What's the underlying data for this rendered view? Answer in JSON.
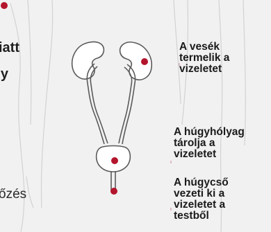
{
  "left_fragments": {
    "top": "iatt",
    "mid": "y",
    "bottom": "őzés"
  },
  "labels": [
    {
      "lines": [
        "A vesék",
        "termelik a",
        "vizeletet"
      ]
    },
    {
      "lines": [
        "A húgyhólyag",
        "tárolja a",
        "vizeletet"
      ]
    },
    {
      "lines": [
        "A húgycső",
        "vezeti ki a",
        "vizeletet a",
        "testből"
      ]
    }
  ],
  "colors": {
    "background": "#f1f1f1",
    "organ_outline": "#5a5a5a",
    "marker": "#b3152c",
    "text": "#1a1a1a"
  }
}
